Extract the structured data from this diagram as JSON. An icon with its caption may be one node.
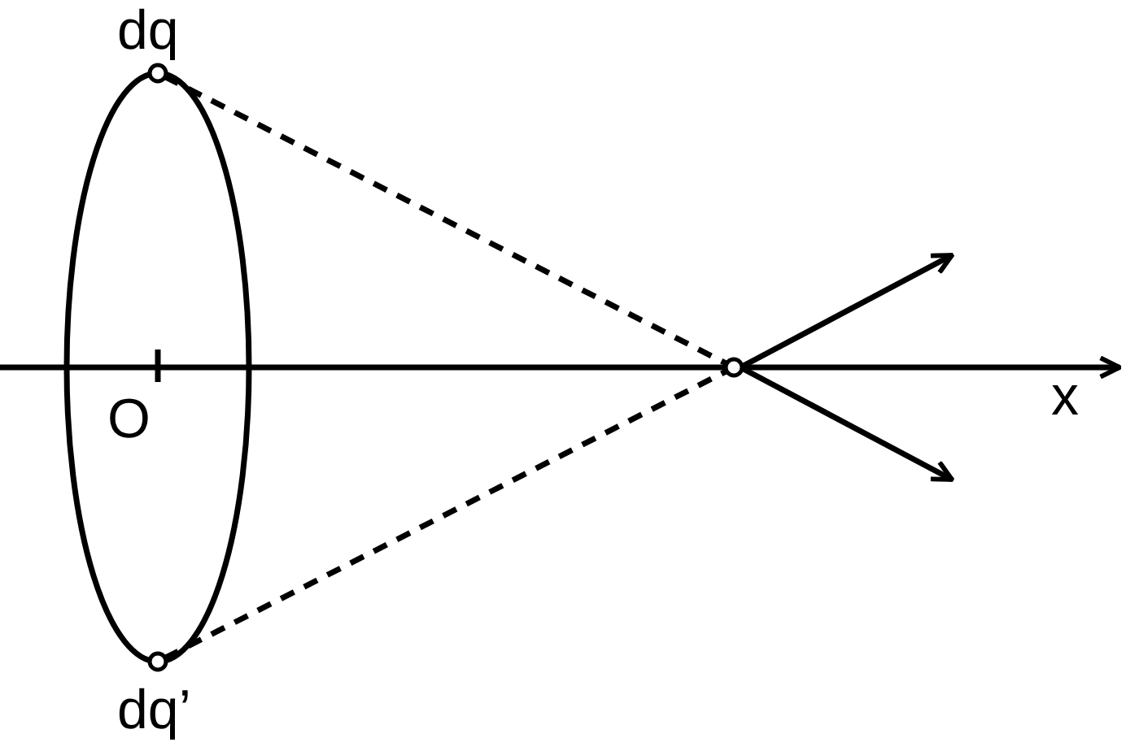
{
  "diagram": {
    "nodes": [
      {
        "text": [
          "dq"
        ]
      },
      {
        "text": [
          "dq’"
        ]
      },
      {
        "text": [],
        "shape": "circle"
      }
    ],
    "edges": [
      {
        "from": 0,
        "to": 2,
        "arrow": "none",
        "style": "dashed"
      },
      {
        "from": 1,
        "to": 2,
        "arrow": "none",
        "style": "dashed"
      }
    ],
    "labels": [
      "O",
      "x"
    ]
  }
}
